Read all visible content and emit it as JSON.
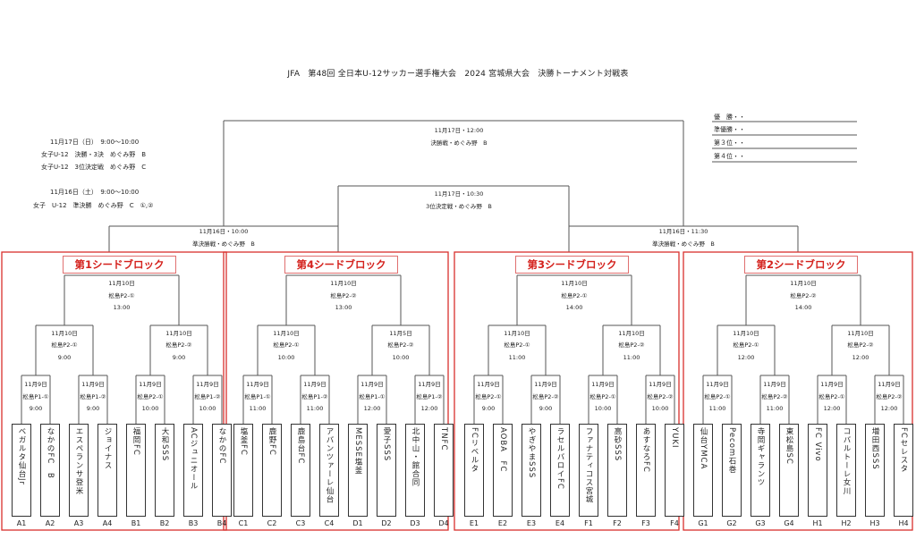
{
  "document": {
    "title": "JFA　第48回 全日本U-12サッカー選手権大会　2024 宮城県大会　決勝トーナメント対戦表"
  },
  "schedule_notes": [
    "11月17日（日）　9:00〜10:00",
    "女子U-12　決勝・3決　めぐみ野　B",
    "女子U-12　3位決定戦　めぐみ野　C",
    "11月16日（土）　9:00〜10:00",
    "女子　U-12　準決勝　めぐみ野　C　①,②"
  ],
  "results_legend": [
    "優　勝・・",
    "準優勝・・",
    "第３位・・",
    "第４位・・"
  ],
  "matches": {
    "final": {
      "date": "11月17日・12:00",
      "venue": "決勝戦・めぐみ野　B"
    },
    "third_place": {
      "date": "11月17日・10:30",
      "venue": "3位決定戦・めぐみ野　B"
    },
    "semi_left": {
      "date": "11月16日・10:00",
      "venue": "準決勝戦・めぐみ野　B"
    },
    "semi_right": {
      "date": "11月16日・11:30",
      "venue": "準決勝戦・めぐみ野　B"
    }
  },
  "blocks": [
    {
      "title": "第1シードブロック",
      "qf": {
        "date": "11月10日",
        "venue": "松島P2-①",
        "time": "13:00"
      },
      "r2": [
        {
          "date": "11月10日",
          "venue": "松島P2-①",
          "time": "9:00"
        },
        {
          "date": "11月10日",
          "venue": "松島P2-②",
          "time": "9:00"
        }
      ],
      "r1": [
        {
          "date": "11月9日",
          "venue": "松島P1-①",
          "time": "9:00"
        },
        {
          "date": "11月9日",
          "venue": "松島P1-②",
          "time": "9:00"
        },
        {
          "date": "11月9日",
          "venue": "松島P2-①",
          "time": "10:00"
        },
        {
          "date": "11月9日",
          "venue": "松島P1-②",
          "time": "10:00"
        }
      ],
      "teams": [
        {
          "name": "ベガルタ仙台Jr",
          "seed": "A1"
        },
        {
          "name": "なかのFC　B",
          "seed": "A2"
        },
        {
          "name": "エスペランサ登米",
          "seed": "A3"
        },
        {
          "name": "ジョイナス",
          "seed": "A4"
        },
        {
          "name": "福岡FC",
          "seed": "B1"
        },
        {
          "name": "大和SSS",
          "seed": "B2"
        },
        {
          "name": "ACジュニオール",
          "seed": "B3"
        },
        {
          "name": "なかのFC",
          "seed": "B4"
        }
      ]
    },
    {
      "title": "第4シードブロック",
      "qf": {
        "date": "11月10日",
        "venue": "松島P2-②",
        "time": "13:00"
      },
      "r2": [
        {
          "date": "11月10日",
          "venue": "松島P2-①",
          "time": "10:00"
        },
        {
          "date": "11月5日",
          "venue": "松島P2-②",
          "time": "10:00"
        }
      ],
      "r1": [
        {
          "date": "11月9日",
          "venue": "松島P1-①",
          "time": "11:00"
        },
        {
          "date": "11月9日",
          "venue": "松島P1-②",
          "time": "11:00"
        },
        {
          "date": "11月9日",
          "venue": "松島P1-①",
          "time": "12:00"
        },
        {
          "date": "11月9日",
          "venue": "松島P1-②",
          "time": "12:00"
        }
      ],
      "teams": [
        {
          "name": "塩釜FC",
          "seed": "C1"
        },
        {
          "name": "鹿野FC",
          "seed": "C2"
        },
        {
          "name": "鹿島台FC",
          "seed": "C3"
        },
        {
          "name": "アバンツァーレ仙台",
          "seed": "C4"
        },
        {
          "name": "MESSE塩釜",
          "seed": "D1"
        },
        {
          "name": "愛子SSS",
          "seed": "D2"
        },
        {
          "name": "北中山・館合同",
          "seed": "D3"
        },
        {
          "name": "TNFC",
          "seed": "D4"
        }
      ]
    },
    {
      "title": "第3シードブロック",
      "qf": {
        "date": "11月10日",
        "venue": "松島P2-①",
        "time": "14:00"
      },
      "r2": [
        {
          "date": "11月10日",
          "venue": "松島P2-①",
          "time": "11:00"
        },
        {
          "date": "11月10日",
          "venue": "松島P2-②",
          "time": "11:00"
        }
      ],
      "r1": [
        {
          "date": "11月9日",
          "venue": "松島P2-①",
          "time": "9:00"
        },
        {
          "date": "11月9日",
          "venue": "松島P2-②",
          "time": "9:00"
        },
        {
          "date": "11月9日",
          "venue": "松島P2-①",
          "time": "10:00"
        },
        {
          "date": "11月9日",
          "venue": "松島P2-②",
          "time": "10:00"
        }
      ],
      "teams": [
        {
          "name": "FCリベルタ",
          "seed": "E1"
        },
        {
          "name": "AOBA　FC",
          "seed": "E2"
        },
        {
          "name": "やぎやまSSS",
          "seed": "E3"
        },
        {
          "name": "ラセルバロイFC",
          "seed": "E4"
        },
        {
          "name": "ファナティコス宮城",
          "seed": "F1"
        },
        {
          "name": "高砂SSS",
          "seed": "F2"
        },
        {
          "name": "あすなろFC",
          "seed": "F3"
        },
        {
          "name": "YUKI",
          "seed": "F4"
        }
      ]
    },
    {
      "title": "第2シードブロック",
      "qf": {
        "date": "11月10日",
        "venue": "松島P2-②",
        "time": "14:00"
      },
      "r2": [
        {
          "date": "11月10日",
          "venue": "松島P2-①",
          "time": "12:00"
        },
        {
          "date": "11月10日",
          "venue": "松島P2-②",
          "time": "12:00"
        }
      ],
      "r1": [
        {
          "date": "11月9日",
          "venue": "松島P2-①",
          "time": "11:00"
        },
        {
          "date": "11月9日",
          "venue": "松島P2-②",
          "time": "11:00"
        },
        {
          "date": "11月9日",
          "venue": "松島P2-①",
          "time": "12:00"
        },
        {
          "date": "11月9日",
          "venue": "松島P2-②",
          "time": "12:00"
        }
      ],
      "teams": [
        {
          "name": "仙台YMCA",
          "seed": "G1"
        },
        {
          "name": "Pecom石巻",
          "seed": "G2"
        },
        {
          "name": "寺岡ギャランツ",
          "seed": "G3"
        },
        {
          "name": "東松島SC",
          "seed": "G4"
        },
        {
          "name": "FC Vivo",
          "seed": "H1"
        },
        {
          "name": "コバルトーレ女川",
          "seed": "H2"
        },
        {
          "name": "増田西SSS",
          "seed": "H3"
        },
        {
          "name": "FCセレスタ",
          "seed": "H4"
        }
      ]
    }
  ],
  "colors": {
    "block_border": "#d9302c",
    "block_title": "#d4211c",
    "line": "#555555"
  }
}
